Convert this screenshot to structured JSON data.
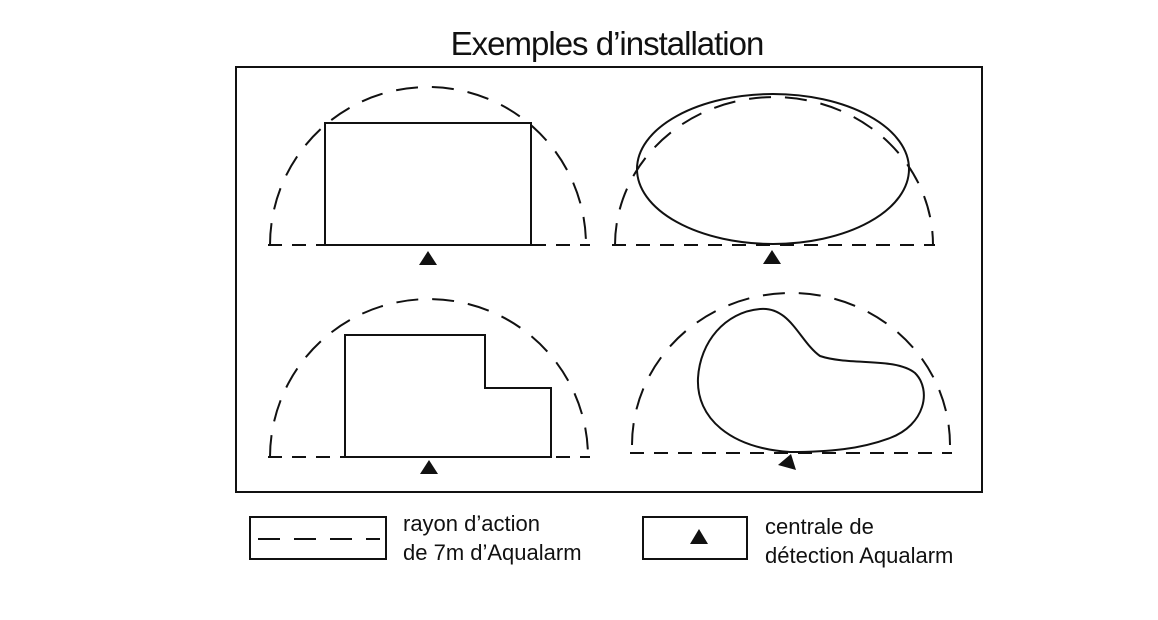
{
  "title": "Exemples d’installation",
  "colors": {
    "ink": "#111111",
    "background": "#ffffff"
  },
  "examples": [
    {
      "shape": "rectangular-pool"
    },
    {
      "shape": "oval-pool"
    },
    {
      "shape": "l-shaped-pool"
    },
    {
      "shape": "kidney-shaped-pool"
    }
  ],
  "legend": {
    "radius": {
      "line1": "rayon d’action",
      "line2": "de 7m d’Aqualarm"
    },
    "central": {
      "line1": "centrale de",
      "line2": "détection Aqualarm"
    }
  }
}
